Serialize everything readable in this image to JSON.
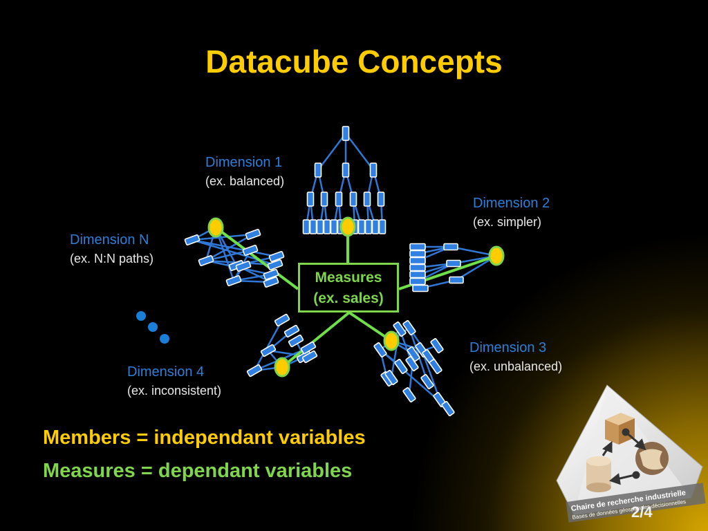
{
  "slide": {
    "title": "Datacube Concepts",
    "page_number": "2/4",
    "colors": {
      "background": "#000000",
      "title": "#ffcc00",
      "dimension_label": "#2f7fd8",
      "measure_green": "#7fd64a",
      "member_node": "#2f80e0",
      "root_node": "#ffcc00",
      "corner_gradient": "#d4a400"
    }
  },
  "dimensions": [
    {
      "name": "Dimension 1",
      "example": "(ex. balanced)"
    },
    {
      "name": "Dimension 2",
      "example": "(ex. simpler)"
    },
    {
      "name": "Dimension 3",
      "example": "(ex. unbalanced)"
    },
    {
      "name": "Dimension 4",
      "example": "(ex. inconsistent)"
    },
    {
      "name": "Dimension N",
      "example": "(ex. N:N paths)"
    }
  ],
  "measures": {
    "line1": "Measures",
    "line2": "(ex. sales)"
  },
  "legend": {
    "members": "Members = independant variables",
    "measures": "Measures = dependant variables"
  },
  "logo": {
    "line1": "Chaire de recherche industrielle",
    "line2": "Bases de données géospatiales décisionnelles"
  }
}
